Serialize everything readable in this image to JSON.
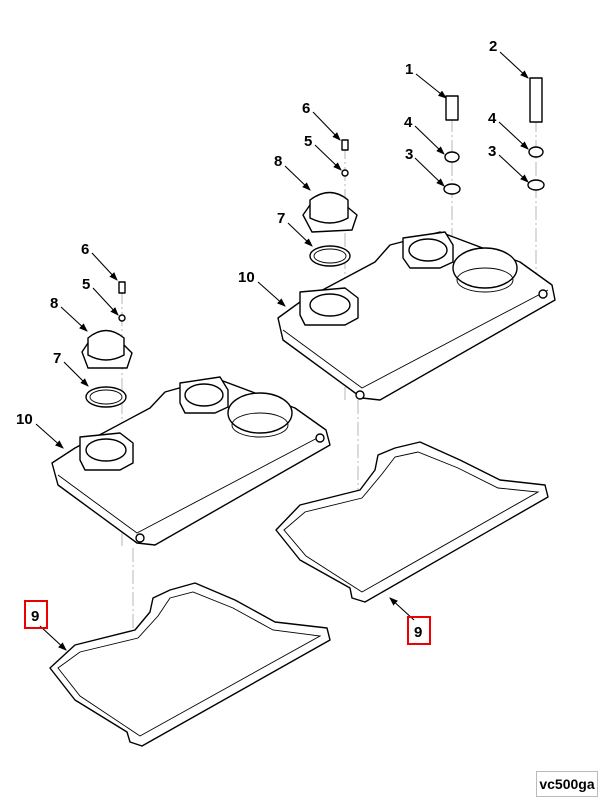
{
  "diagram": {
    "callouts": {
      "right_assembly": {
        "bolt_long": "1",
        "bolt_longer": "2",
        "washer_a_left": "4",
        "washer_a_right": "4",
        "washer_b_left": "3",
        "washer_b_right": "3",
        "screw": "6",
        "screw_washer": "5",
        "cap": "8",
        "o_ring": "7",
        "cover": "10",
        "gasket": "9"
      },
      "left_assembly": {
        "screw": "6",
        "screw_washer": "5",
        "cap": "8",
        "o_ring": "7",
        "cover": "10",
        "gasket": "9"
      }
    },
    "highlight_color": "#e00000",
    "figure_code": "vc500ga"
  }
}
